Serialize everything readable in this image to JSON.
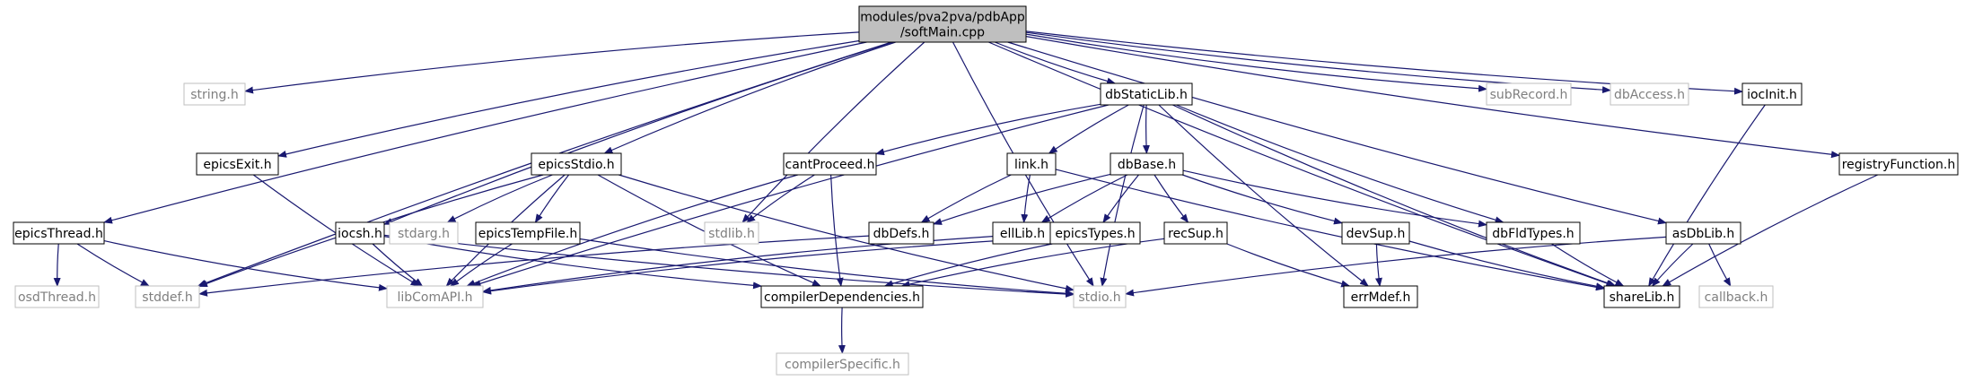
{
  "graph": {
    "nodes": [
      {
        "id": "root",
        "lines": [
          "modules/pva2pva/pdbApp",
          "/softMain.cpp"
        ],
        "style": "root"
      },
      {
        "id": "string_h",
        "lines": [
          "string.h"
        ],
        "style": "system"
      },
      {
        "id": "stddef_h",
        "lines": [
          "stddef.h"
        ],
        "style": "system"
      },
      {
        "id": "epicsThread_h",
        "lines": [
          "epicsThread.h"
        ],
        "style": "project"
      },
      {
        "id": "osdThread_h",
        "lines": [
          "osdThread.h"
        ],
        "style": "system"
      },
      {
        "id": "libComAPI_h",
        "lines": [
          "libComAPI.h"
        ],
        "style": "system"
      },
      {
        "id": "epicsExit_h",
        "lines": [
          "epicsExit.h"
        ],
        "style": "project"
      },
      {
        "id": "epicsStdio_h",
        "lines": [
          "epicsStdio.h"
        ],
        "style": "project"
      },
      {
        "id": "stdarg_h",
        "lines": [
          "stdarg.h"
        ],
        "style": "system"
      },
      {
        "id": "epicsTempFile_h",
        "lines": [
          "epicsTempFile.h"
        ],
        "style": "project"
      },
      {
        "id": "iocsh_h",
        "lines": [
          "iocsh.h"
        ],
        "style": "project"
      },
      {
        "id": "compilerDependencies_h",
        "lines": [
          "compilerDependencies.h"
        ],
        "style": "project"
      },
      {
        "id": "compilerSpecific_h",
        "lines": [
          "compilerSpecific.h"
        ],
        "style": "system"
      },
      {
        "id": "stdio_h",
        "lines": [
          "stdio.h"
        ],
        "style": "system"
      },
      {
        "id": "stdlib_h",
        "lines": [
          "stdlib.h"
        ],
        "style": "system"
      },
      {
        "id": "dbStaticLib_h",
        "lines": [
          "dbStaticLib.h"
        ],
        "style": "project"
      },
      {
        "id": "cantProceed_h",
        "lines": [
          "cantProceed.h"
        ],
        "style": "project"
      },
      {
        "id": "link_h",
        "lines": [
          "link.h"
        ],
        "style": "project"
      },
      {
        "id": "dbBase_h",
        "lines": [
          "dbBase.h"
        ],
        "style": "project"
      },
      {
        "id": "dbDefs_h",
        "lines": [
          "dbDefs.h"
        ],
        "style": "project"
      },
      {
        "id": "ellLib_h",
        "lines": [
          "ellLib.h"
        ],
        "style": "project"
      },
      {
        "id": "epicsTypes_h",
        "lines": [
          "epicsTypes.h"
        ],
        "style": "project"
      },
      {
        "id": "recSup_h",
        "lines": [
          "recSup.h"
        ],
        "style": "project"
      },
      {
        "id": "devSup_h",
        "lines": [
          "devSup.h"
        ],
        "style": "project"
      },
      {
        "id": "errMdef_h",
        "lines": [
          "errMdef.h"
        ],
        "style": "project"
      },
      {
        "id": "dbFldTypes_h",
        "lines": [
          "dbFldTypes.h"
        ],
        "style": "project"
      },
      {
        "id": "shareLib_h",
        "lines": [
          "shareLib.h"
        ],
        "style": "project"
      },
      {
        "id": "subRecord_h",
        "lines": [
          "subRecord.h"
        ],
        "style": "system"
      },
      {
        "id": "dbAccess_h",
        "lines": [
          "dbAccess.h"
        ],
        "style": "system"
      },
      {
        "id": "iocInit_h",
        "lines": [
          "iocInit.h"
        ],
        "style": "project"
      },
      {
        "id": "asDbLib_h",
        "lines": [
          "asDbLib.h"
        ],
        "style": "project"
      },
      {
        "id": "callback_h",
        "lines": [
          "callback.h"
        ],
        "style": "system"
      },
      {
        "id": "registryFunction_h",
        "lines": [
          "registryFunction.h"
        ],
        "style": "project"
      }
    ],
    "edges": [
      [
        "root",
        "epicsThread_h"
      ],
      [
        "root",
        "stddef_h"
      ],
      [
        "root",
        "string_h"
      ],
      [
        "root",
        "epicsExit_h"
      ],
      [
        "root",
        "epicsStdio_h"
      ],
      [
        "root",
        "iocsh_h"
      ],
      [
        "root",
        "stdlib_h"
      ],
      [
        "root",
        "dbStaticLib_h"
      ],
      [
        "root",
        "stdio_h"
      ],
      [
        "root",
        "shareLib_h"
      ],
      [
        "root",
        "subRecord_h"
      ],
      [
        "root",
        "dbAccess_h"
      ],
      [
        "root",
        "iocInit_h"
      ],
      [
        "root",
        "asDbLib_h"
      ],
      [
        "root",
        "registryFunction_h"
      ],
      [
        "epicsThread_h",
        "osdThread_h"
      ],
      [
        "epicsThread_h",
        "stddef_h"
      ],
      [
        "epicsThread_h",
        "libComAPI_h"
      ],
      [
        "epicsExit_h",
        "libComAPI_h"
      ],
      [
        "epicsStdio_h",
        "stddef_h"
      ],
      [
        "epicsStdio_h",
        "libComAPI_h"
      ],
      [
        "epicsStdio_h",
        "stdarg_h"
      ],
      [
        "epicsStdio_h",
        "epicsTempFile_h"
      ],
      [
        "epicsStdio_h",
        "compilerDependencies_h"
      ],
      [
        "epicsStdio_h",
        "stdio_h"
      ],
      [
        "iocsh_h",
        "libComAPI_h"
      ],
      [
        "iocsh_h",
        "compilerDependencies_h"
      ],
      [
        "iocsh_h",
        "stdio_h"
      ],
      [
        "epicsTempFile_h",
        "libComAPI_h"
      ],
      [
        "epicsTempFile_h",
        "stdio_h"
      ],
      [
        "compilerDependencies_h",
        "compilerSpecific_h"
      ],
      [
        "dbStaticLib_h",
        "libComAPI_h"
      ],
      [
        "dbStaticLib_h",
        "cantProceed_h"
      ],
      [
        "dbStaticLib_h",
        "link_h"
      ],
      [
        "dbStaticLib_h",
        "dbBase_h"
      ],
      [
        "dbStaticLib_h",
        "dbFldTypes_h"
      ],
      [
        "dbStaticLib_h",
        "errMdef_h"
      ],
      [
        "dbStaticLib_h",
        "stdio_h"
      ],
      [
        "dbStaticLib_h",
        "shareLib_h"
      ],
      [
        "cantProceed_h",
        "stdlib_h"
      ],
      [
        "cantProceed_h",
        "compilerDependencies_h"
      ],
      [
        "cantProceed_h",
        "libComAPI_h"
      ],
      [
        "link_h",
        "dbDefs_h"
      ],
      [
        "link_h",
        "ellLib_h"
      ],
      [
        "link_h",
        "shareLib_h"
      ],
      [
        "dbBase_h",
        "dbDefs_h"
      ],
      [
        "dbBase_h",
        "ellLib_h"
      ],
      [
        "dbBase_h",
        "epicsTypes_h"
      ],
      [
        "dbBase_h",
        "recSup_h"
      ],
      [
        "dbBase_h",
        "devSup_h"
      ],
      [
        "dbBase_h",
        "dbFldTypes_h"
      ],
      [
        "dbDefs_h",
        "stddef_h"
      ],
      [
        "ellLib_h",
        "libComAPI_h"
      ],
      [
        "epicsTypes_h",
        "libComAPI_h"
      ],
      [
        "epicsTypes_h",
        "compilerDependencies_h"
      ],
      [
        "recSup_h",
        "errMdef_h"
      ],
      [
        "recSup_h",
        "compilerDependencies_h"
      ],
      [
        "devSup_h",
        "errMdef_h"
      ],
      [
        "devSup_h",
        "shareLib_h"
      ],
      [
        "dbFldTypes_h",
        "shareLib_h"
      ],
      [
        "asDbLib_h",
        "callback_h"
      ],
      [
        "asDbLib_h",
        "shareLib_h"
      ],
      [
        "asDbLib_h",
        "stdio_h"
      ],
      [
        "iocInit_h",
        "shareLib_h"
      ],
      [
        "registryFunction_h",
        "shareLib_h"
      ]
    ],
    "colors": {
      "root_fill": "#bfbfbf",
      "project_border": "#000000",
      "system_border": "#bfbfbf",
      "system_text": "#7f7f7f",
      "edge": "#191970"
    }
  }
}
